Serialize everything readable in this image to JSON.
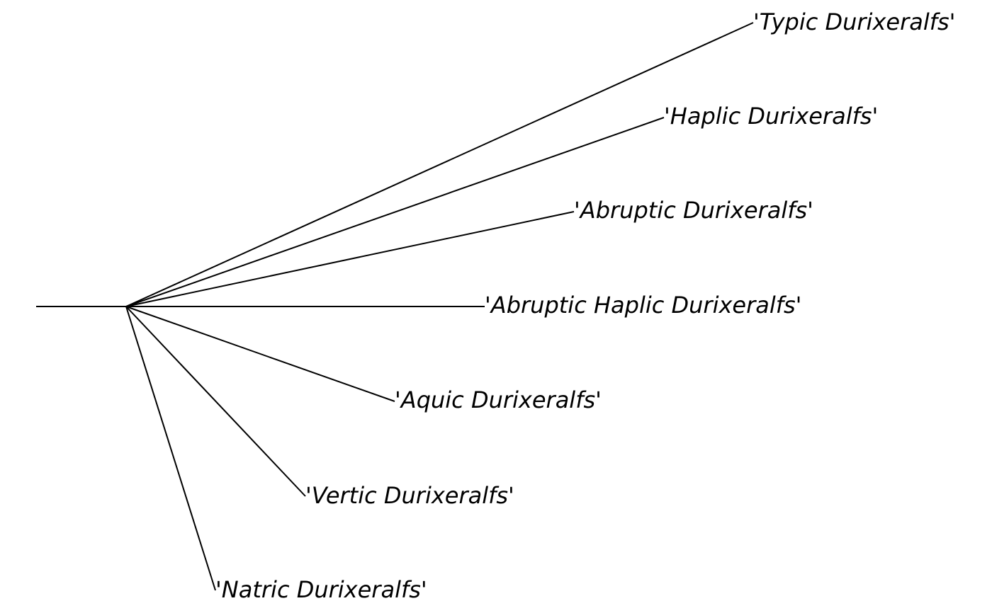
{
  "tree": {
    "style": {
      "line_color": "#000000",
      "label_color": "#000000"
    },
    "leaves": [
      {
        "quote_open": "'",
        "name": "Typic Durixeralfs",
        "quote_close": "'"
      },
      {
        "quote_open": "'",
        "name": "Haplic Durixeralfs",
        "quote_close": "'"
      },
      {
        "quote_open": "'",
        "name": "Abruptic Durixeralfs",
        "quote_close": "'"
      },
      {
        "quote_open": "'",
        "name": "Abruptic Haplic Durixeralfs",
        "quote_close": "'"
      },
      {
        "quote_open": "'",
        "name": "Aquic Durixeralfs",
        "quote_close": "'"
      },
      {
        "quote_open": "'",
        "name": "Vertic Durixeralfs",
        "quote_close": "'"
      },
      {
        "quote_open": "'",
        "name": "Natric Durixeralfs",
        "quote_close": "'"
      }
    ]
  }
}
